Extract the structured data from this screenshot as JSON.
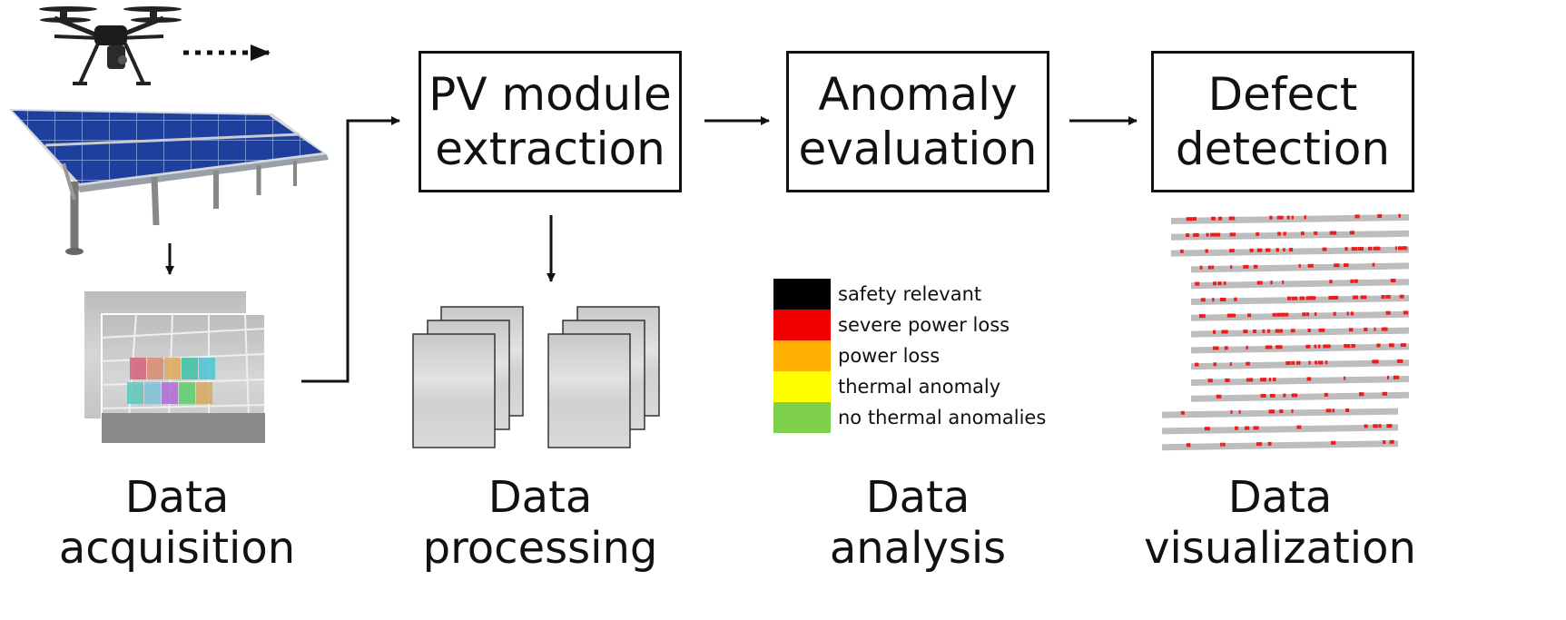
{
  "process_steps": [
    {
      "line1": "PV module",
      "line2": "extraction"
    },
    {
      "line1": "Anomaly",
      "line2": "evaluation"
    },
    {
      "line1": "Defect",
      "line2": "detection"
    }
  ],
  "stages": [
    {
      "line1": "Data",
      "line2": "acquisition"
    },
    {
      "line1": "Data",
      "line2": "processing"
    },
    {
      "line1": "Data",
      "line2": "analysis"
    },
    {
      "line1": "Data",
      "line2": "visualization"
    }
  ],
  "legend": [
    {
      "label": "safety relevant",
      "color": "#000000"
    },
    {
      "label": "severe power loss",
      "color": "#f20000"
    },
    {
      "label": "power loss",
      "color": "#ffb000"
    },
    {
      "label": "thermal anomaly",
      "color": "#ffff00"
    },
    {
      "label": "no thermal anomalies",
      "color": "#7fd04a"
    }
  ],
  "colors": {
    "panel_blue": "#1f3f9e",
    "frame_gray": "#c9ccd1",
    "defect_red": "#ee1c1c",
    "module_strip": "#bdbdbd",
    "overlay_modules": [
      "#d3627a",
      "#d88a70",
      "#e0a85a",
      "#3fc0a6",
      "#47c7d4",
      "#5bc8b8",
      "#b06ad6",
      "#cf55cf",
      "#5bd06b",
      "#d6a960"
    ]
  }
}
